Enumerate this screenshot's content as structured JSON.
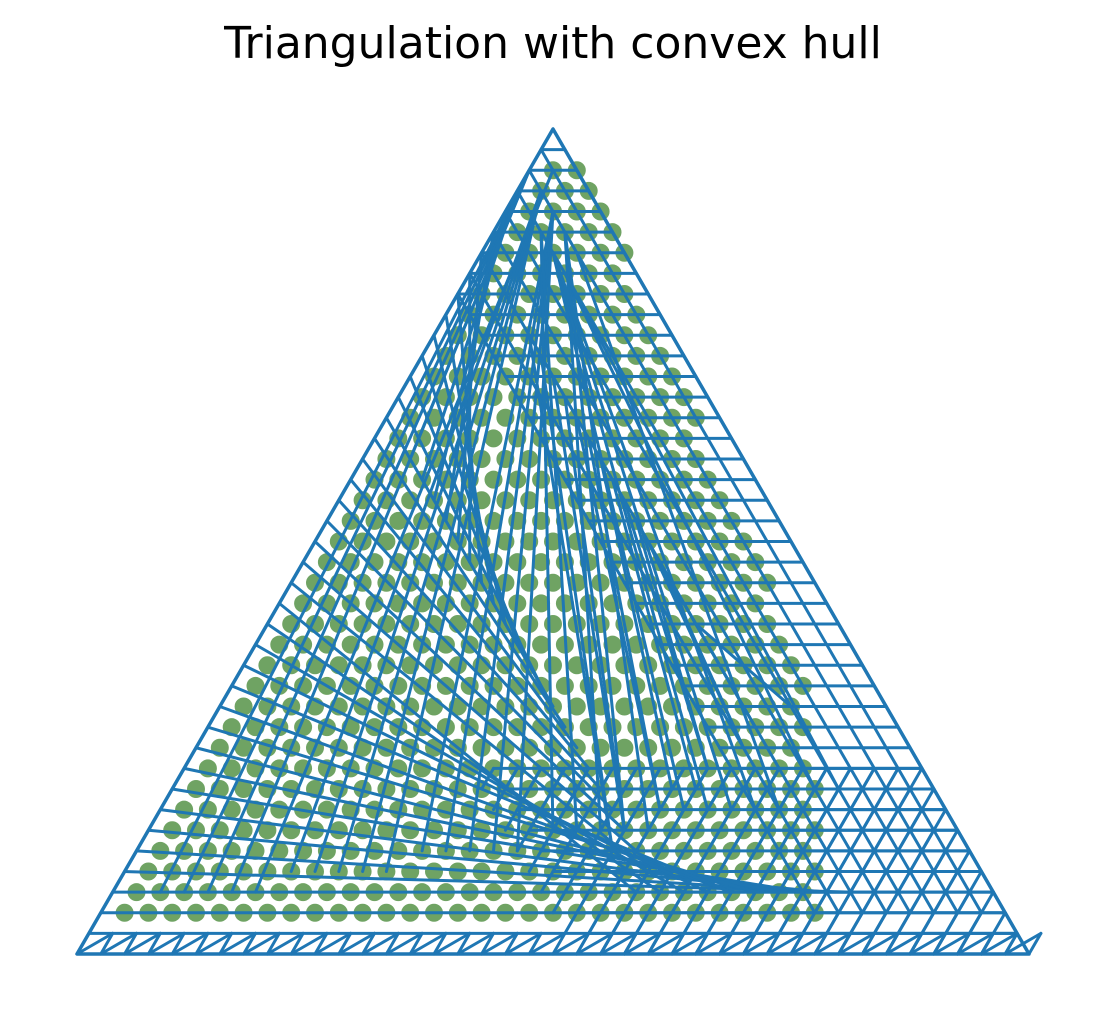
{
  "chart_data": {
    "type": "scatter",
    "title": "Triangulation with convex hull",
    "xlabel": "",
    "ylabel": "",
    "axes_visible": false,
    "grid": false,
    "legend": "none",
    "xlim": [
      -0.02,
      1.02
    ],
    "ylim": [
      -0.02,
      0.9
    ],
    "hull": {
      "name": "",
      "vertices": [
        [
          0.0,
          0.0
        ],
        [
          1.0,
          0.0
        ],
        [
          0.5,
          0.866
        ]
      ],
      "color": "#1f77b4"
    },
    "lattice": {
      "divisions": 40,
      "description": "points on a triangular lattice"
    },
    "points": {
      "color": "#6fa363",
      "region": "interior left part of the triangle",
      "rows_from_bottom": [
        2,
        38
      ],
      "max_column_at_row_2": 30,
      "max_column_at_row_14": 23,
      "max_column_at_row_38": 2
    },
    "triangles": {
      "color": "#1f77b4"
    }
  }
}
